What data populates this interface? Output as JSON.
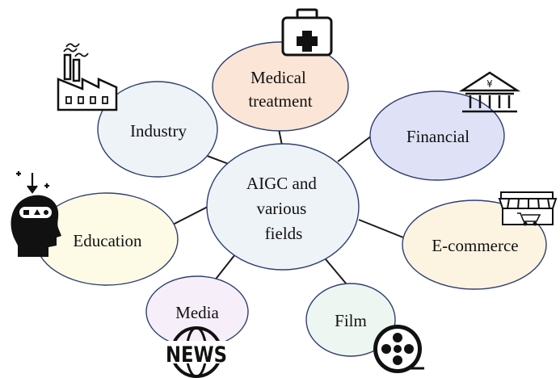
{
  "center": {
    "lines": [
      "AIGC and",
      "various",
      "fields"
    ],
    "fill": "#eef3f8"
  },
  "nodes": {
    "medical": {
      "lines": [
        "Medical",
        "treatment"
      ],
      "fill": "#fbe5d6",
      "icon": "medical-kit-icon"
    },
    "industry": {
      "lines": [
        "Industry"
      ],
      "fill": "#eef3f8",
      "icon": "factory-icon"
    },
    "financial": {
      "lines": [
        "Financial"
      ],
      "fill": "#dfe2f7",
      "icon": "bank-icon"
    },
    "education": {
      "lines": [
        "Education"
      ],
      "fill": "#fdfbe6",
      "icon": "head-learning-icon"
    },
    "ecommerce": {
      "lines": [
        "E-commerce"
      ],
      "fill": "#fdf3e1",
      "icon": "storefront-icon"
    },
    "media": {
      "lines": [
        "Media"
      ],
      "fill": "#f6eef9",
      "icon": "news-globe-icon",
      "icon_text": "NEWS"
    },
    "film": {
      "lines": [
        "Film"
      ],
      "fill": "#eef6f2",
      "icon": "film-reel-icon"
    }
  },
  "colors": {
    "outline": "#2e3f73",
    "connector": "#1a1a1a",
    "icon": "#111111"
  }
}
